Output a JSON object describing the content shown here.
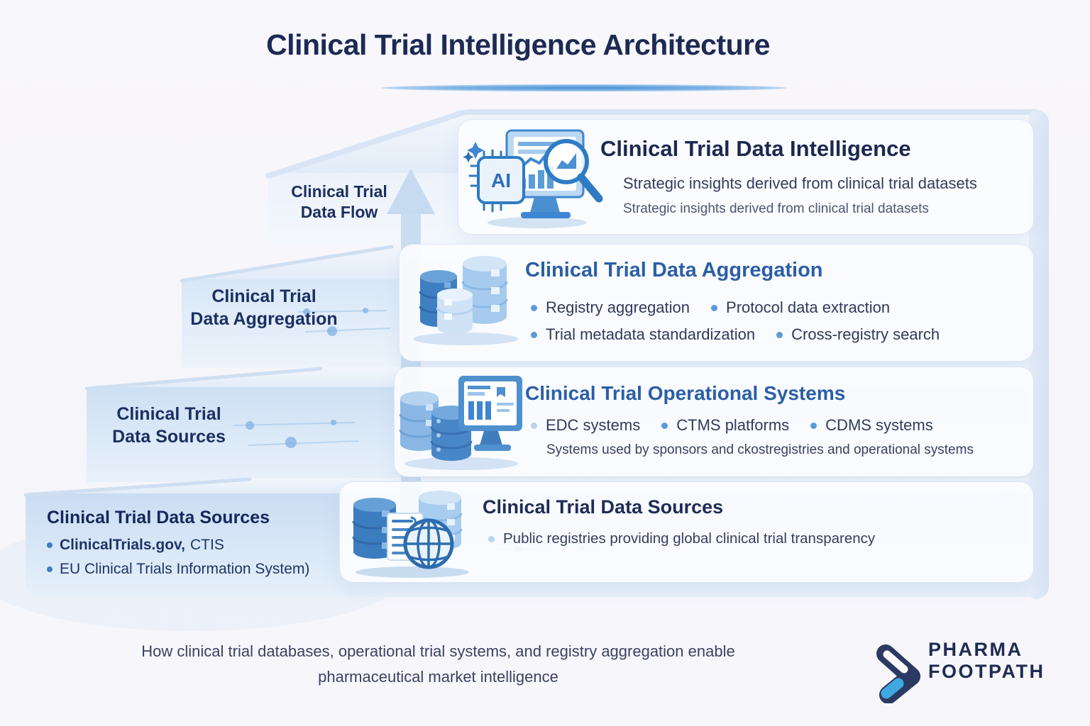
{
  "title": "Clinical Trial Intelligence Architecture",
  "side_labels": {
    "flow_line1": "Clinical Trial",
    "flow_line2": "Data Flow",
    "aggregation_line1": "Clinical Trial",
    "aggregation_line2": "Data Aggregation",
    "sources_line1": "Clinical Trial",
    "sources_line2": "Data Sources"
  },
  "panels": {
    "intelligence": {
      "icon": "ai-chip-monitor-magnifier",
      "heading": "Clinical Trial Data Intelligence",
      "sub1": "Strategic insights derived from clinical trial datasets",
      "sub2": "Strategic insights derived from clinical trial datasets"
    },
    "aggregation": {
      "icon": "database-cluster",
      "heading": "Clinical Trial Data Aggregation",
      "row1": [
        "Registry aggregation",
        "Protocol data extraction"
      ],
      "row2": [
        "Trial metadata standardization",
        "Cross-registry search"
      ]
    },
    "operational": {
      "icon": "monitor-with-databases",
      "heading": "Clinical Trial Operational Systems",
      "row": [
        "EDC systems",
        "CTMS platforms",
        "CDMS systems"
      ],
      "sub": "Systems used by sponsors and ckostregistries and operational systems"
    },
    "sources": {
      "icon": "databases-document-globe",
      "heading": "Clinical Trial Data Sources",
      "bullet": "Public registries providing global clinical trial transparency"
    }
  },
  "bottom_left": {
    "heading": "Clinical Trial Data Sources",
    "bullet1_bold": "ClinicalTrials.gov,",
    "bullet1_rest": "CTIS",
    "bullet2": "EU Clinical Trials Information System)"
  },
  "footer": {
    "caption_line1": "How clinical trial databases, operational trial systems, and registry aggregation enable",
    "caption_line2": "pharmaceutical market intelligence"
  },
  "brand": {
    "name_line1": "PHARMA",
    "name_line2": "FOOTPATH"
  },
  "colors": {
    "title_navy": "#1d2a55",
    "heading_navy": "#1c2850",
    "heading_blue": "#2b5fa6",
    "body_text": "#323a5a",
    "bullet_dot": "#5a9bd8",
    "arrow_blue": "#c3d8ef",
    "step_face_blue": "#cde0f4",
    "brand_navy": "#2c3a63",
    "brand_accent": "#3fa8e0"
  }
}
